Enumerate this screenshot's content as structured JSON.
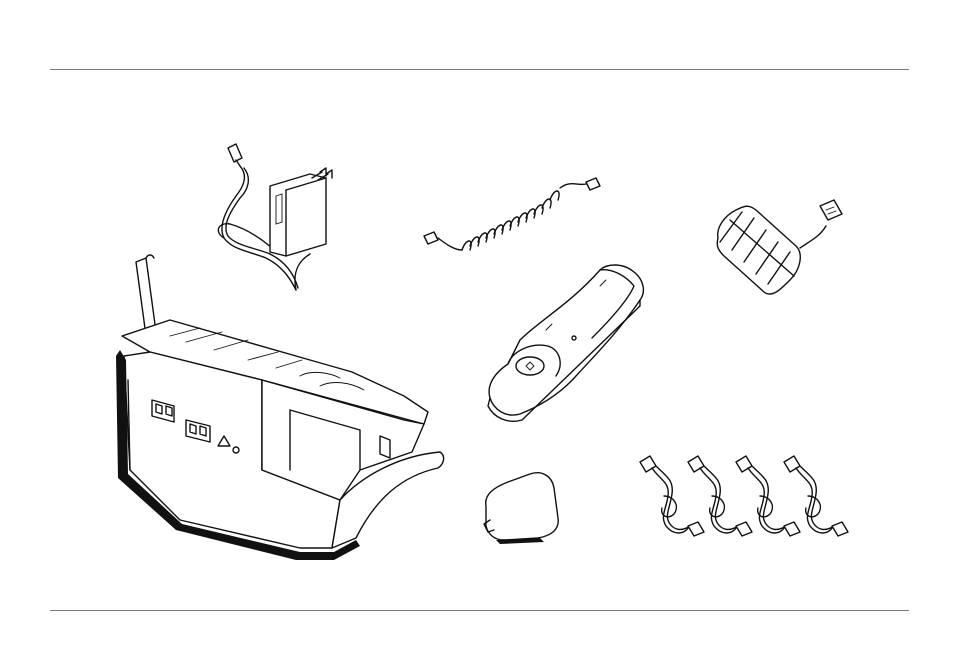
{
  "page": {
    "header_rule": true,
    "footer_rule": true
  },
  "illustration": {
    "items": [
      {
        "id": "ac-power-adapter",
        "icon": "ac-adapter-icon"
      },
      {
        "id": "coiled-handset-cord",
        "icon": "coiled-cord-icon"
      },
      {
        "id": "rechargeable-battery-pack",
        "icon": "battery-pack-icon"
      },
      {
        "id": "base-unit",
        "icon": "base-unit-icon"
      },
      {
        "id": "handset",
        "icon": "handset-icon"
      },
      {
        "id": "battery-door",
        "icon": "battery-door-icon"
      },
      {
        "id": "telephone-line-cords",
        "icon": "line-cord-icon",
        "count": 4
      }
    ]
  }
}
